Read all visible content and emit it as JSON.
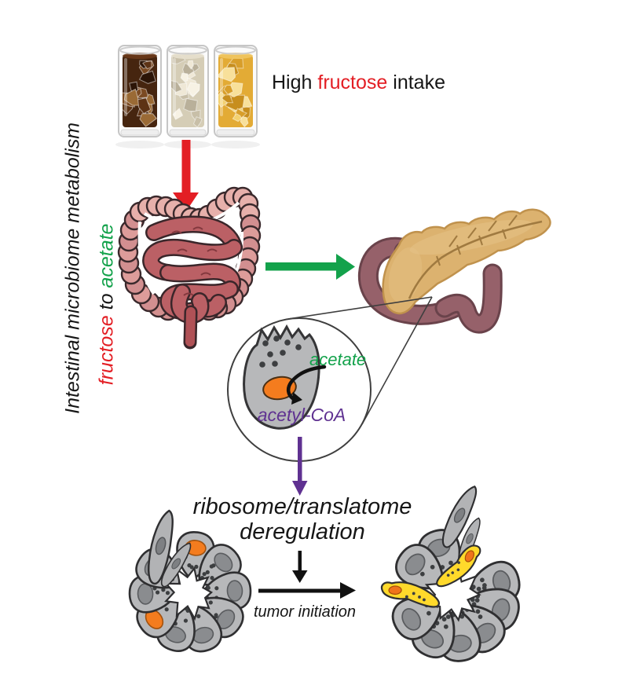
{
  "title": {
    "pre": "High ",
    "highlight": "fructose",
    "post": " intake"
  },
  "side_label": {
    "line1": "Intestinal microbiome metabolism",
    "fructose": "fructose",
    "to": " to ",
    "acetate": "acetate"
  },
  "magnifier": {
    "acetate": "acetate",
    "acetyl_coa": "acetyl-CoA"
  },
  "outcome": {
    "deregulation_line1": "ribosome/translatome",
    "deregulation_line2": "deregulation",
    "tumor": "tumor initiation"
  },
  "colors": {
    "red": "#e31e24",
    "green": "#13a24b",
    "purple": "#5f3191",
    "ink": "#161616",
    "cell_gray": "#b7b8ba",
    "cell_stroke": "#2f2f31",
    "nucleus_gray": "#8a8c8f",
    "nucleus_orange": "#f47c1e",
    "tumor_yellow": "#ffd92b",
    "colon_pink": "#dfa0a0",
    "intestine_rose": "#bb6065",
    "pancreas_tan": "#dcb26f",
    "duodenum_mauve": "#96616a"
  }
}
